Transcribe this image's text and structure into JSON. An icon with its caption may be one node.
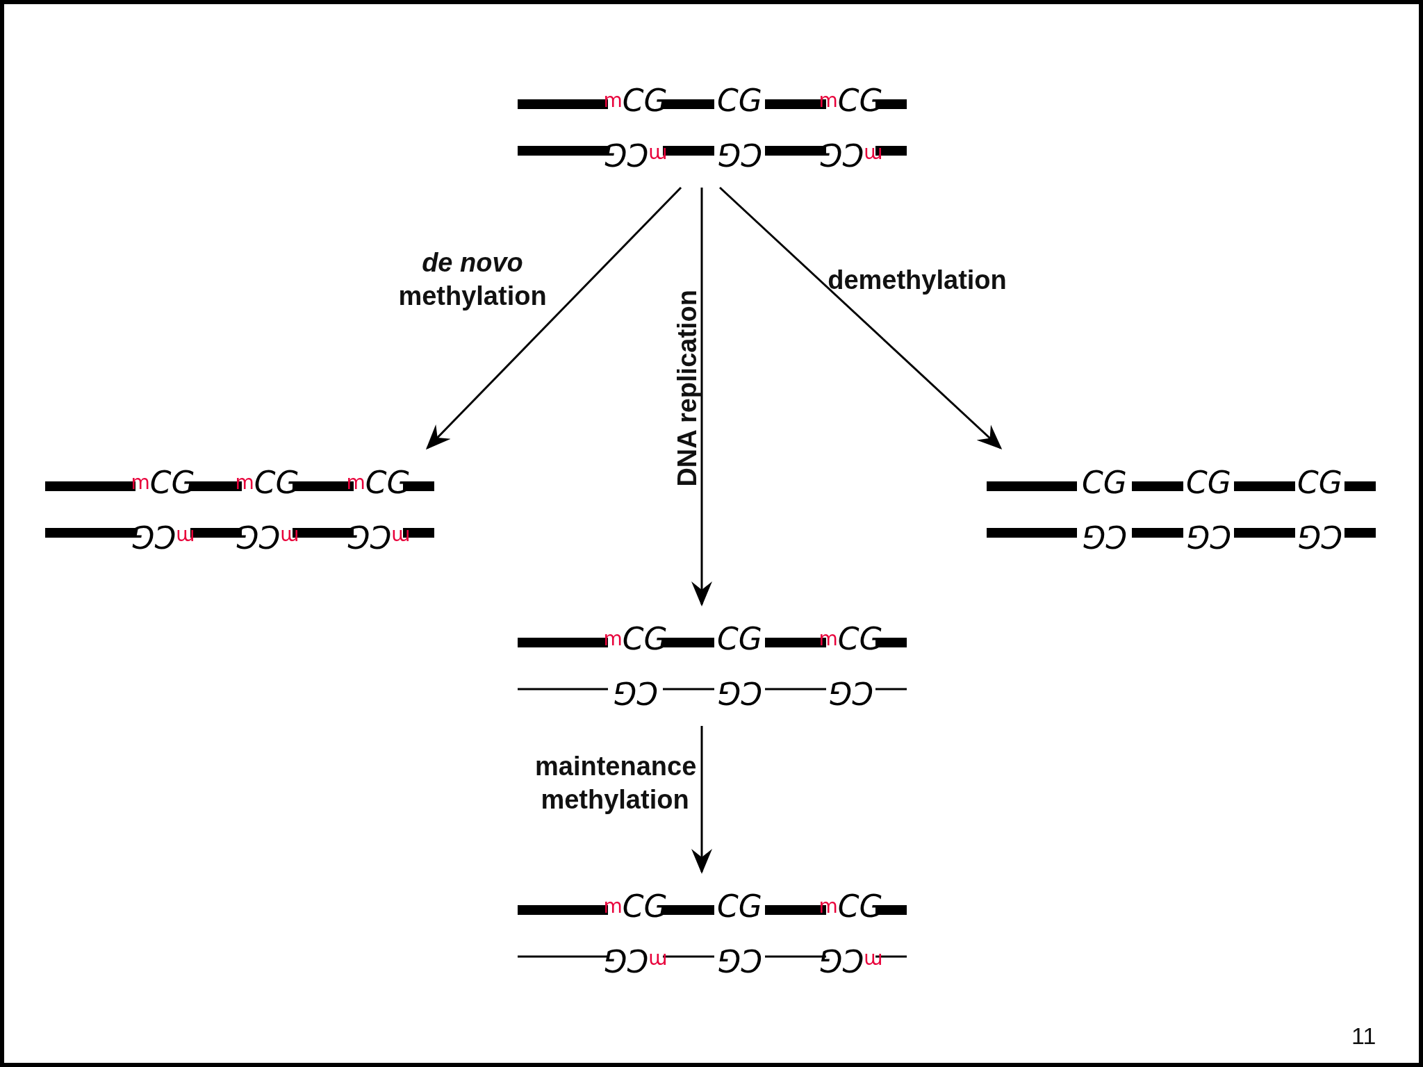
{
  "diagram": {
    "nodes": [
      {
        "text": [
          "$^{m}$CG",
          "CG",
          "$^{m}$CG",
          "$^{m}$CG",
          "CG",
          "$^{m}$CG"
        ]
      },
      {
        "text": [
          "$^{m}$CG",
          "$^{m}$CG",
          "$^{m}$CG",
          "$^{m}$CG",
          "$^{m}$CG",
          "$^{m}$CG"
        ]
      },
      {
        "text": [
          "CG",
          "CG",
          "CG",
          "CG",
          "CG",
          "CG"
        ]
      },
      {
        "text": [
          "$^{m}$CG",
          "CG",
          "$^{m}$CG",
          "CG",
          "CG",
          "CG"
        ]
      },
      {
        "text": [
          "$^{m}$CG",
          "CG",
          "$^{m}$CG",
          "$^{m}$CG",
          "CG",
          "$^{m}$CG"
        ]
      }
    ],
    "edges": [
      {
        "from": 0,
        "to": 1,
        "arrow": "to",
        "label": "*de novo* methylation"
      },
      {
        "from": 0,
        "to": 3,
        "arrow": "to",
        "label": "DNA replication"
      },
      {
        "from": 0,
        "to": 2,
        "arrow": "to",
        "label": "demethylation"
      },
      {
        "from": 3,
        "to": 4,
        "arrow": "to",
        "label": "maintenance methylation"
      }
    ],
    "labels": [
      "11"
    ]
  }
}
